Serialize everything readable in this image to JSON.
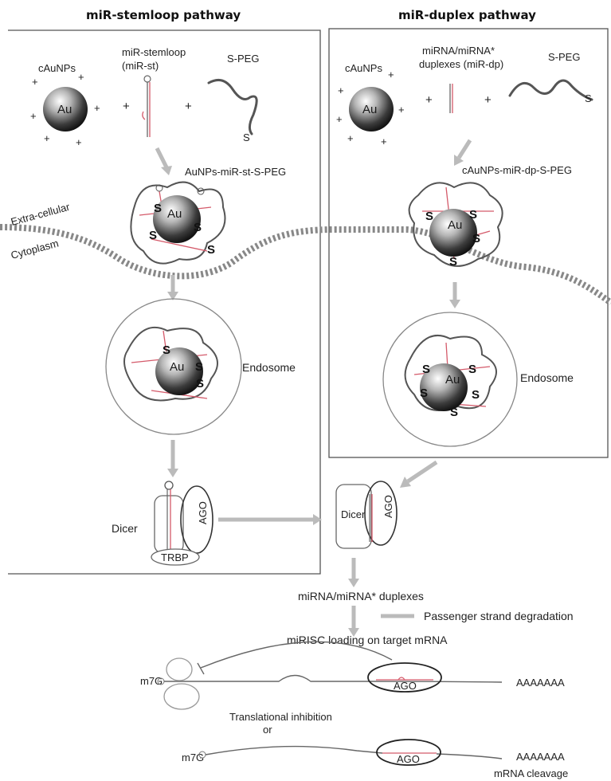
{
  "headers": {
    "left": "miR-stemloop pathway",
    "right": "miR-duplex pathway"
  },
  "left": {
    "cAuNPs": "cAuNPs",
    "stemloop_line1": "miR-stemloop",
    "stemloop_line2": "(miR-st)",
    "speg": "S-PEG",
    "complex": "AuNPs-miR-st-S-PEG",
    "extracellular": "Extra-cellular",
    "cytoplasm": "Cytoplasm",
    "endosome": "Endosome",
    "dicer": "Dicer",
    "ago": "AGO",
    "trbp": "TRBP"
  },
  "right": {
    "cAuNPs": "cAuNPs",
    "duplex_line1": "miRNA/miRNA*",
    "duplex_line2": "duplexes (miR-dp)",
    "speg": "S-PEG",
    "complex": "cAuNPs-miR-dp-S-PEG",
    "endosome": "Endosome",
    "dicer": "Dicer",
    "ago": "AGO"
  },
  "symbols": {
    "au": "Au",
    "s": "S",
    "plus": "+"
  },
  "bottom": {
    "duplexes": "miRNA/miRNA* duplexes",
    "passenger": "Passenger strand degradation",
    "loading": "miRISC loading on target mRNA",
    "m7g_1": "m7G",
    "m7g_2": "m7G",
    "ago_1": "AGO",
    "ago_2": "AGO",
    "polyA_1": "AAAAAAA",
    "polyA_2": "AAAAAAA",
    "translational": "Translational inhibition",
    "or": "or",
    "cleavage": "mRNA cleavage"
  }
}
